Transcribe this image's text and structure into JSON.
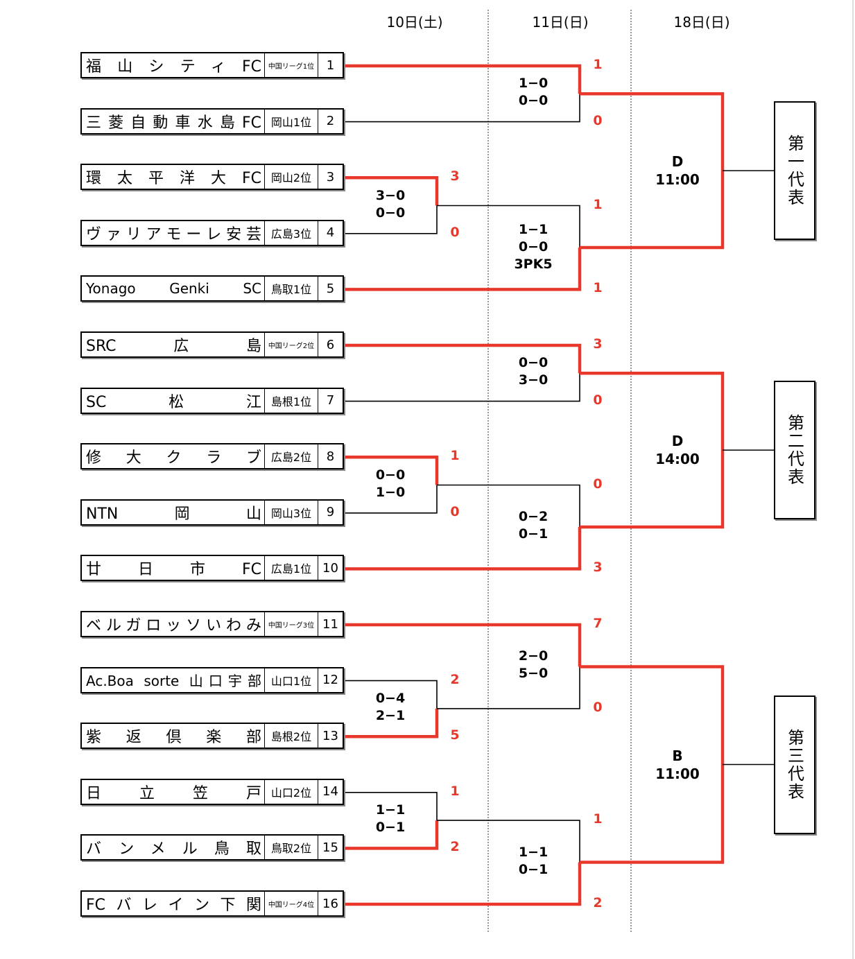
{
  "days": [
    "10日(土)",
    "11日(日)",
    "18日(日)"
  ],
  "teams": [
    {
      "name": "福山シティFC",
      "rank": "中国リーグ1位",
      "seed": "1"
    },
    {
      "name": "三菱自動車水島FC",
      "rank": "岡山1位",
      "seed": "2"
    },
    {
      "name": "環太平洋大FC",
      "rank": "岡山2位",
      "seed": "3"
    },
    {
      "name": "ヴァリアモーレ安芸",
      "rank": "広島3位",
      "seed": "4"
    },
    {
      "name": "Yonago Genki SC",
      "rank": "鳥取1位",
      "seed": "5"
    },
    {
      "name": "SRC広島",
      "rank": "中国リーグ2位",
      "seed": "6"
    },
    {
      "name": "SC松江",
      "rank": "島根1位",
      "seed": "7"
    },
    {
      "name": "修大クラブ",
      "rank": "広島2位",
      "seed": "8"
    },
    {
      "name": "NTN岡山",
      "rank": "岡山3位",
      "seed": "9"
    },
    {
      "name": "廿日市FC",
      "rank": "広島1位",
      "seed": "10"
    },
    {
      "name": "ベルガロッソいわみ",
      "rank": "中国リーグ3位",
      "seed": "11"
    },
    {
      "name": "Ac.Boa sorte 山口宇部",
      "rank": "山口1位",
      "seed": "12"
    },
    {
      "name": "紫返倶楽部",
      "rank": "島根2位",
      "seed": "13"
    },
    {
      "name": "日立笠戸",
      "rank": "山口2位",
      "seed": "14"
    },
    {
      "name": "バンメル鳥取",
      "rank": "鳥取2位",
      "seed": "15"
    },
    {
      "name": "FCバレイン下関",
      "rank": "中国リーグ4位",
      "seed": "16"
    }
  ],
  "round1": [
    {
      "top_score": "3",
      "bottom_score": "0",
      "halves": [
        "3−0",
        "0−0"
      ],
      "winner": "top"
    },
    {
      "top_score": "1",
      "bottom_score": "0",
      "halves": [
        "0−0",
        "1−0"
      ],
      "winner": "top"
    },
    {
      "top_score": "2",
      "bottom_score": "5",
      "halves": [
        "0−4",
        "2−1"
      ],
      "winner": "bottom"
    },
    {
      "top_score": "1",
      "bottom_score": "2",
      "halves": [
        "1−1",
        "0−1"
      ],
      "winner": "bottom"
    }
  ],
  "round2": [
    {
      "top_score": "1",
      "bottom_score": "0",
      "halves": [
        "1−0",
        "0−0"
      ],
      "pk": "",
      "winner": "top"
    },
    {
      "top_score": "1",
      "bottom_score": "1",
      "halves": [
        "1−1",
        "0−0"
      ],
      "pk": "3PK5",
      "winner": "bottom"
    },
    {
      "top_score": "3",
      "bottom_score": "0",
      "halves": [
        "0−0",
        "3−0"
      ],
      "pk": "",
      "winner": "top"
    },
    {
      "top_score": "0",
      "bottom_score": "3",
      "halves": [
        "0−2",
        "0−1"
      ],
      "pk": "",
      "winner": "bottom"
    },
    {
      "top_score": "7",
      "bottom_score": "0",
      "halves": [
        "2−0",
        "5−0"
      ],
      "pk": "",
      "winner": "top"
    },
    {
      "top_score": "1",
      "bottom_score": "2",
      "halves": [
        "1−1",
        "0−1"
      ],
      "pk": "",
      "winner": "bottom"
    }
  ],
  "finals": [
    {
      "venue": "D",
      "time": "11:00",
      "representative": "第一代表"
    },
    {
      "venue": "D",
      "time": "14:00",
      "representative": "第二代表"
    },
    {
      "venue": "B",
      "time": "11:00",
      "representative": "第三代表"
    }
  ],
  "colors": {
    "win_line": "#e8382b",
    "lose_line": "#000000",
    "score_red": "#e8382b"
  }
}
